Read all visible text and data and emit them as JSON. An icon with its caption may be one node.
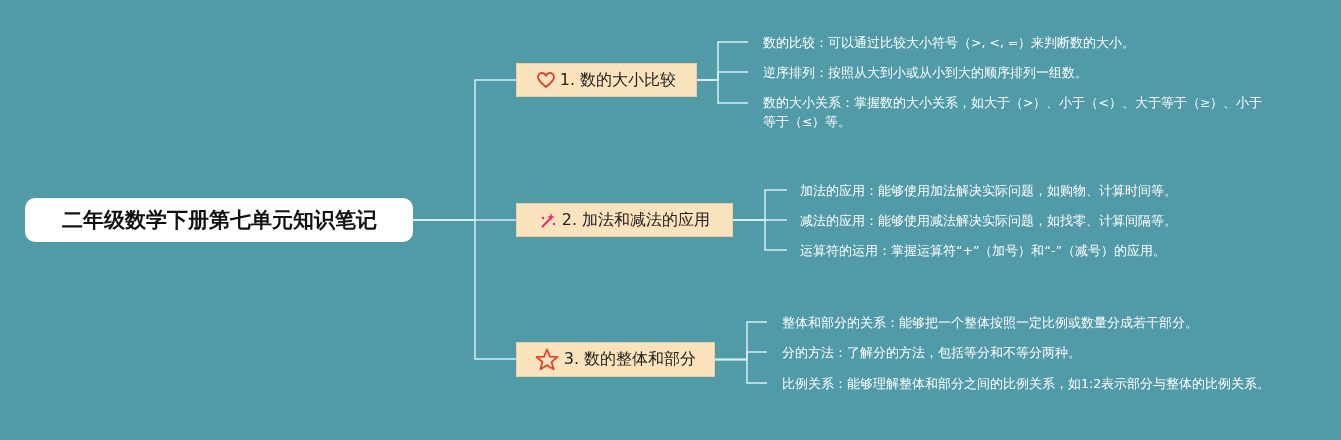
{
  "diagram": {
    "nodes": [
      {
        "text": [
          "二年级数学下册第七单元知识笔记"
        ]
      },
      {
        "text": [
          "1. 数的大小比较"
        ]
      },
      {
        "text": [
          "2. 加法和减法的应用"
        ]
      },
      {
        "text": [
          "3. 数的整体和部分"
        ]
      },
      {
        "text": [
          "数的比较：可以通过比较大小符号（>, <, =）来判断数的大小。"
        ]
      },
      {
        "text": [
          "逆序排列：按照从大到小或从小到大的顺序排列一组数。"
        ]
      },
      {
        "text": [
          "数的大小关系：掌握数的大小关系，如大于（>）、小于（<）、大于等于（≥）、小于等于（≤）等。"
        ]
      },
      {
        "text": [
          "加法的应用：能够使用加法解决实际问题，如购物、计算时间等。"
        ]
      },
      {
        "text": [
          "减法的应用：能够使用减法解决实际问题，如找零、计算间隔等。"
        ]
      },
      {
        "text": [
          "运算符的运用：掌握运算符“+”（加号）和“-”（减号）的应用。"
        ]
      },
      {
        "text": [
          "整体和部分的关系：能够把一个整体按照一定比例或数量分成若干部分。"
        ]
      },
      {
        "text": [
          "分的方法：了解分的方法，包括等分和不等分两种。"
        ]
      },
      {
        "text": [
          "比例关系：能够理解整体和部分之间的比例关系，如1:2表示部分与整体的比例关系。"
        ]
      }
    ],
    "edges": [
      {
        "from": 0,
        "to": 1,
        "arrow": "none"
      },
      {
        "from": 0,
        "to": 2,
        "arrow": "none"
      },
      {
        "from": 0,
        "to": 3,
        "arrow": "none"
      },
      {
        "from": 1,
        "to": 4,
        "arrow": "none"
      },
      {
        "from": 1,
        "to": 5,
        "arrow": "none"
      },
      {
        "from": 1,
        "to": 6,
        "arrow": "none"
      },
      {
        "from": 2,
        "to": 7,
        "arrow": "none"
      },
      {
        "from": 2,
        "to": 8,
        "arrow": "none"
      },
      {
        "from": 2,
        "to": 9,
        "arrow": "none"
      },
      {
        "from": 3,
        "to": 10,
        "arrow": "none"
      },
      {
        "from": 3,
        "to": 11,
        "arrow": "none"
      },
      {
        "from": 3,
        "to": 12,
        "arrow": "none"
      }
    ]
  }
}
